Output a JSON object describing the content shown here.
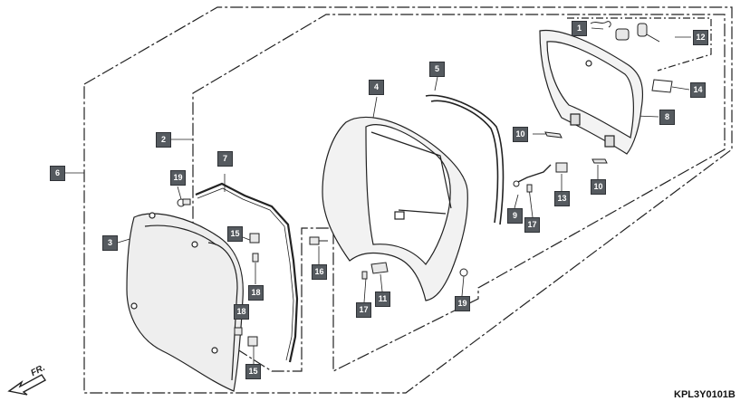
{
  "diagram": {
    "code": "KPL3Y0101B",
    "direction_label": "FR.",
    "callouts": [
      {
        "id": "c1",
        "label": "1"
      },
      {
        "id": "c12",
        "label": "12"
      },
      {
        "id": "c14",
        "label": "14"
      },
      {
        "id": "c8",
        "label": "8"
      },
      {
        "id": "c10a",
        "label": "10"
      },
      {
        "id": "c10b",
        "label": "10"
      },
      {
        "id": "c13",
        "label": "13"
      },
      {
        "id": "c9",
        "label": "9"
      },
      {
        "id": "c17a",
        "label": "17"
      },
      {
        "id": "c5",
        "label": "5"
      },
      {
        "id": "c4",
        "label": "4"
      },
      {
        "id": "c2",
        "label": "2"
      },
      {
        "id": "c6",
        "label": "6"
      },
      {
        "id": "c7",
        "label": "7"
      },
      {
        "id": "c19a",
        "label": "19"
      },
      {
        "id": "c3",
        "label": "3"
      },
      {
        "id": "c15a",
        "label": "15"
      },
      {
        "id": "c18a",
        "label": "18"
      },
      {
        "id": "c18b",
        "label": "18"
      },
      {
        "id": "c15b",
        "label": "15"
      },
      {
        "id": "c16",
        "label": "16"
      },
      {
        "id": "c17b",
        "label": "17"
      },
      {
        "id": "c11",
        "label": "11"
      },
      {
        "id": "c19b",
        "label": "19"
      }
    ]
  }
}
